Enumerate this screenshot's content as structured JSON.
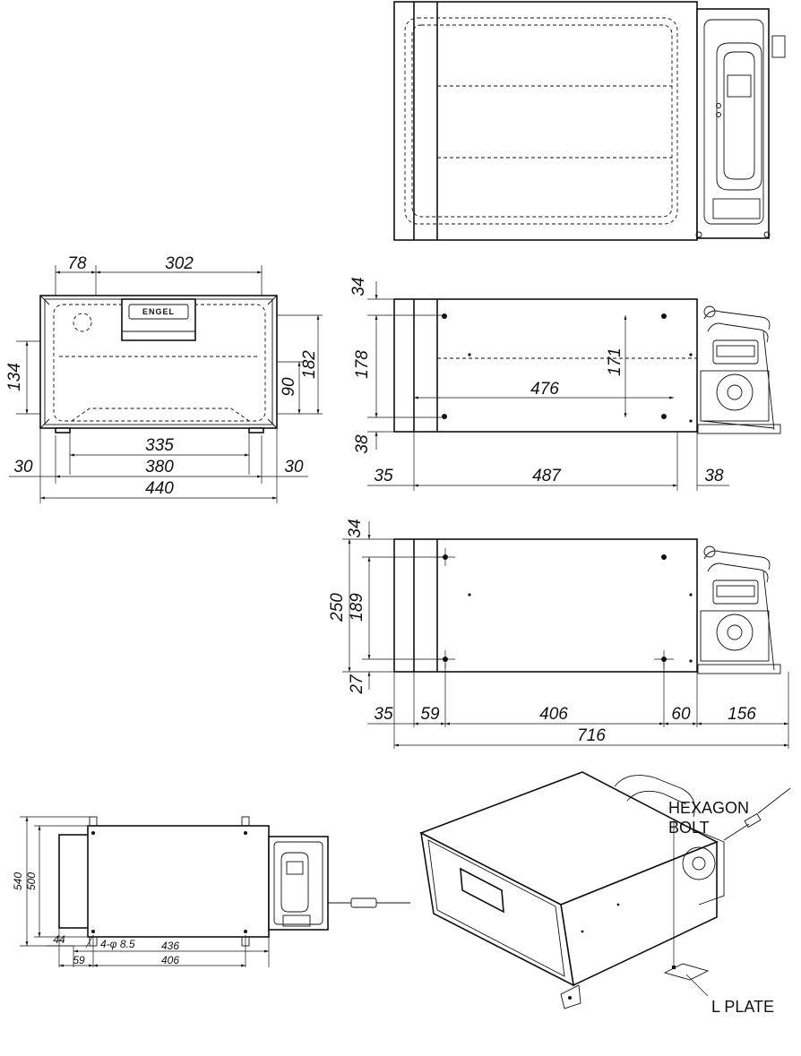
{
  "brand": "ENGEL",
  "front_view": {
    "dims": [
      "78",
      "302",
      "134",
      "90",
      "182",
      "335",
      "380",
      "30",
      "30",
      "440"
    ]
  },
  "side_view_1": {
    "dims": [
      "34",
      "178",
      "171",
      "476",
      "38",
      "35",
      "487",
      "38"
    ]
  },
  "side_view_2": {
    "dims": [
      "34",
      "250",
      "189",
      "27",
      "35",
      "59",
      "406",
      "60",
      "156",
      "716"
    ]
  },
  "bottom_view": {
    "dims": [
      "540",
      "500",
      "44",
      "4-φ 8.5",
      "436",
      "59",
      "406"
    ]
  },
  "callouts": {
    "hexagon_bolt_line1": "HEXAGON",
    "hexagon_bolt_line2": "BOLT",
    "l_plate": "L PLATE"
  }
}
